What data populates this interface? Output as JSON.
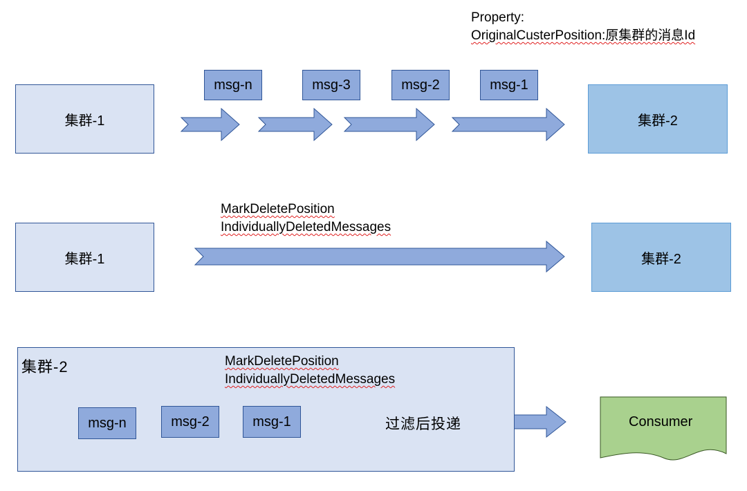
{
  "row1": {
    "property_label": "Property:",
    "property_value": "OriginalCusterPosition:原集群的消息Id",
    "source_cluster": "集群-1",
    "target_cluster": "集群-2",
    "messages": [
      "msg-n",
      "msg-3",
      "msg-2",
      "msg-1"
    ]
  },
  "row2": {
    "source_cluster": "集群-1",
    "target_cluster": "集群-2",
    "line1": "MarkDeletePosition",
    "line2": "IndividuallyDeletedMessages"
  },
  "row3": {
    "cluster_title": "集群-2",
    "line1": "MarkDeletePosition",
    "line2": "IndividuallyDeletedMessages",
    "messages": [
      "msg-n",
      "msg-2",
      "msg-1"
    ],
    "arrow_label": "过滤后投递",
    "consumer": "Consumer"
  },
  "colors": {
    "cluster_light": "#dae3f3",
    "cluster_blue": "#9dc3e6",
    "message_fill": "#8faadc",
    "border": "#2f5597",
    "consumer_fill": "#a9d18e"
  }
}
